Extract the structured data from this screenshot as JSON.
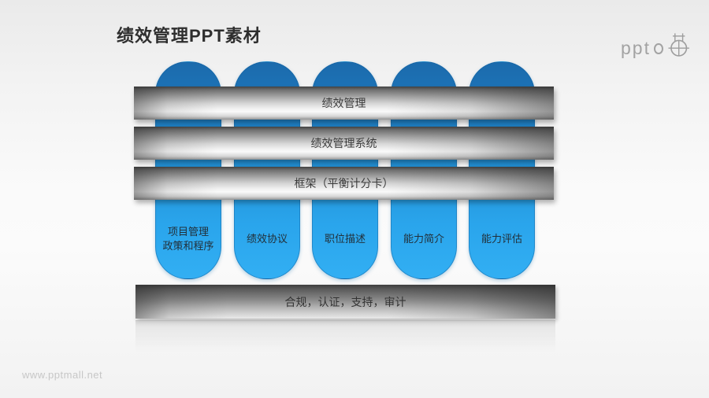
{
  "header": {
    "title": "绩效管理PPT素材",
    "logo": {
      "text": "ppt"
    }
  },
  "diagram": {
    "bars": [
      {
        "label": "绩效管理"
      },
      {
        "label": "绩效管理系统"
      },
      {
        "label": "框架（平衡计分卡）"
      }
    ],
    "pills": [
      {
        "label": "项目管理\n政策和程序"
      },
      {
        "label": "绩效协议"
      },
      {
        "label": "职位描述"
      },
      {
        "label": "能力简介"
      },
      {
        "label": "能力评估"
      }
    ],
    "bottom_bar": {
      "label": "合规，认证，支持，审计"
    }
  },
  "footer": {
    "watermark": "www.pptmall.net"
  },
  "colors": {
    "pill_blue_top": "#1b6aac",
    "pill_blue_bottom": "#32aff3",
    "bar_metal_light": "#f2f2f2",
    "bar_metal_dark": "#424242",
    "title_text": "#2e2e2e",
    "watermark_text": "#c7c7c7"
  }
}
